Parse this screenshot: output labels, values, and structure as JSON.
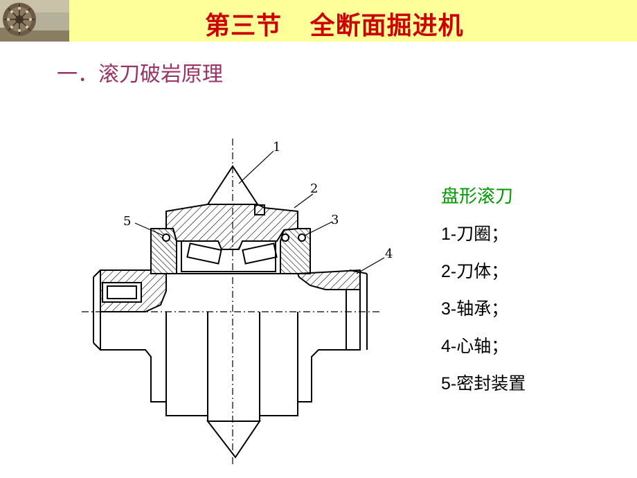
{
  "header": {
    "title": "第三节   全断面掘进机"
  },
  "section": {
    "heading": "一．滚刀破岩原理"
  },
  "diagram": {
    "callouts": [
      "1",
      "2",
      "3",
      "4",
      "5"
    ]
  },
  "legend": {
    "title": "盘形滚刀",
    "items": [
      "1-刀圈；",
      "2-刀体；",
      "3-轴承；",
      "4-心轴；",
      "5-密封装置"
    ]
  }
}
